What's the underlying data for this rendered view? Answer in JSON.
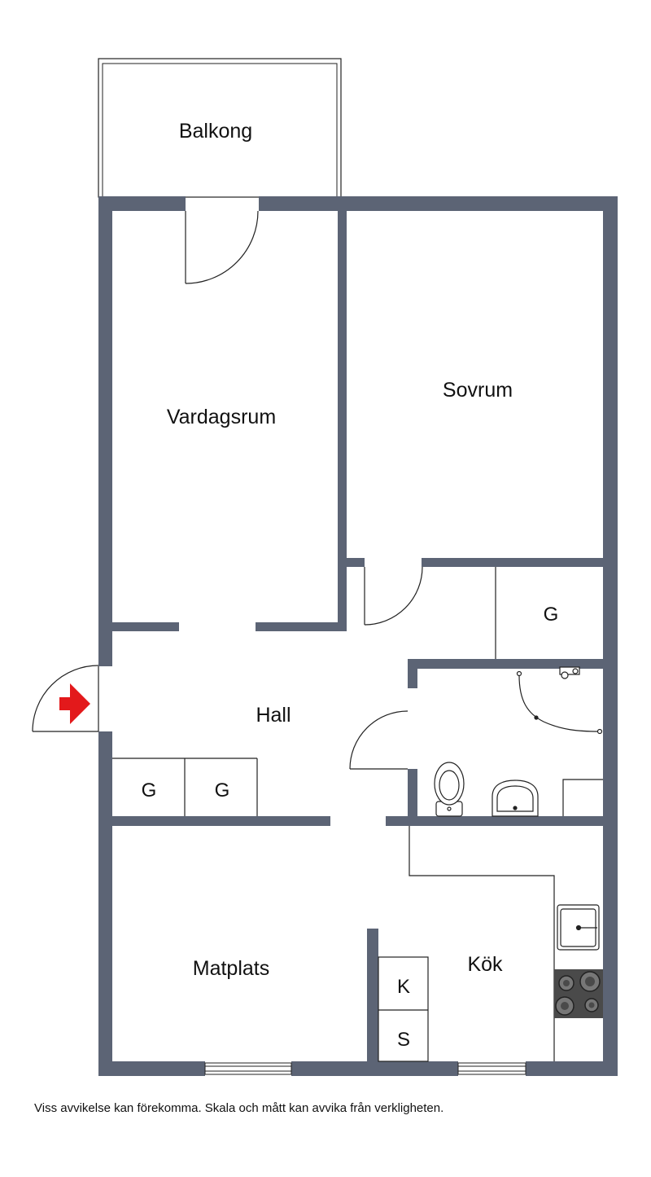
{
  "rooms": {
    "balcony": "Balkong",
    "living_room": "Vardagsrum",
    "bedroom": "Sovrum",
    "hall": "Hall",
    "dining": "Matplats",
    "kitchen": "Kök",
    "closet_bedroom": "G",
    "closet_hall_1": "G",
    "closet_hall_2": "G",
    "fridge": "K",
    "freezer": "S"
  },
  "disclaimer": "Viss avvikelse kan förekomma. Skala och mått kan avvika från verkligheten.",
  "colors": {
    "wall": "#5c6475",
    "entrance_arrow": "#e3191b",
    "line": "#222222"
  },
  "icons": {
    "entrance": "entrance-arrow-icon",
    "toilet": "toilet-icon",
    "sink": "washbasin-icon",
    "shower": "shower-icon",
    "kitchen_sink": "kitchen-sink-icon",
    "stove": "stove-icon"
  }
}
